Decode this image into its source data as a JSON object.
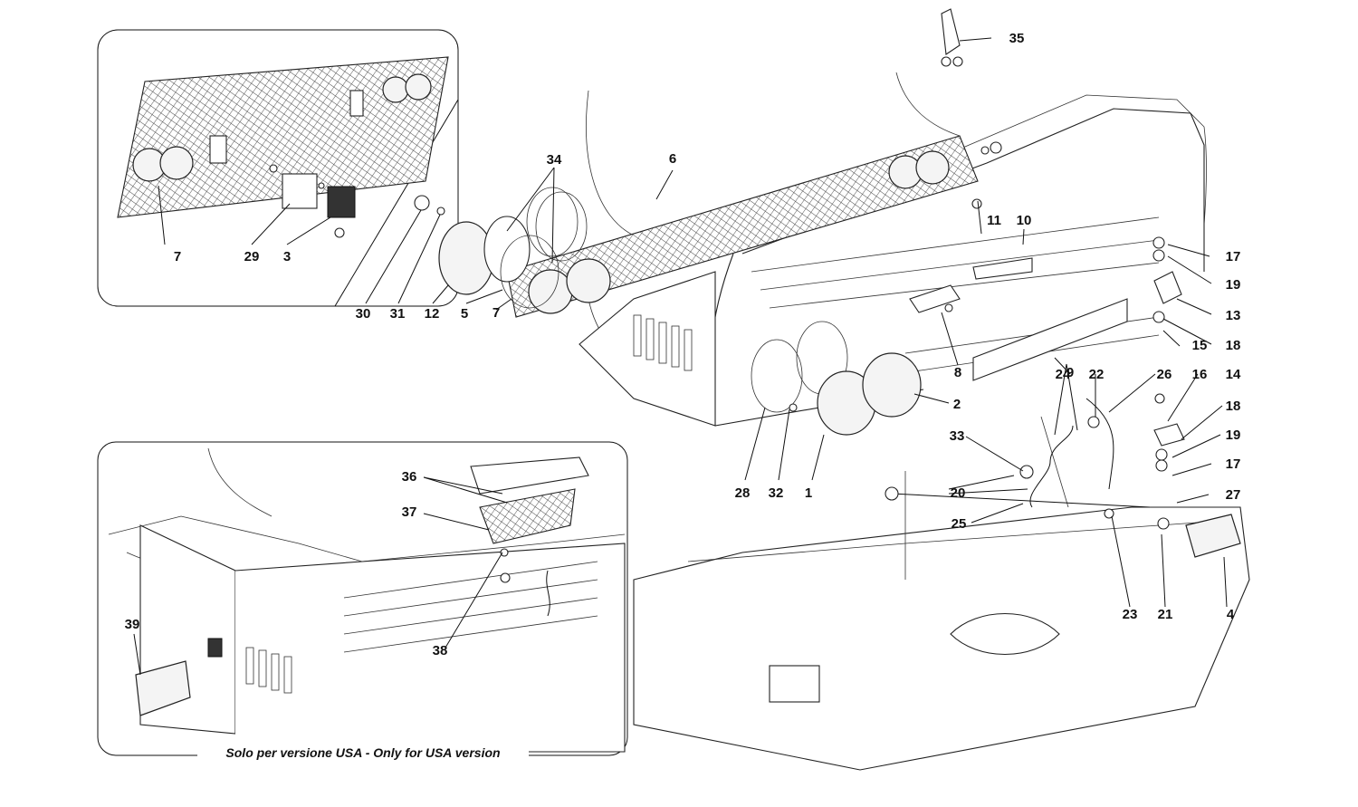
{
  "caption": "Solo per versione USA - Only for USA version",
  "callouts": [
    "1",
    "2",
    "3",
    "4",
    "5",
    "6",
    "7",
    "8",
    "9",
    "10",
    "11",
    "12",
    "13",
    "14",
    "15",
    "16",
    "17",
    "18",
    "19",
    "20",
    "21",
    "22",
    "23",
    "24",
    "25",
    "26",
    "27",
    "28",
    "29",
    "30",
    "31",
    "32",
    "33",
    "34",
    "35",
    "36",
    "37",
    "38",
    "39"
  ],
  "colors": {
    "line": "#111111",
    "background": "#ffffff"
  }
}
